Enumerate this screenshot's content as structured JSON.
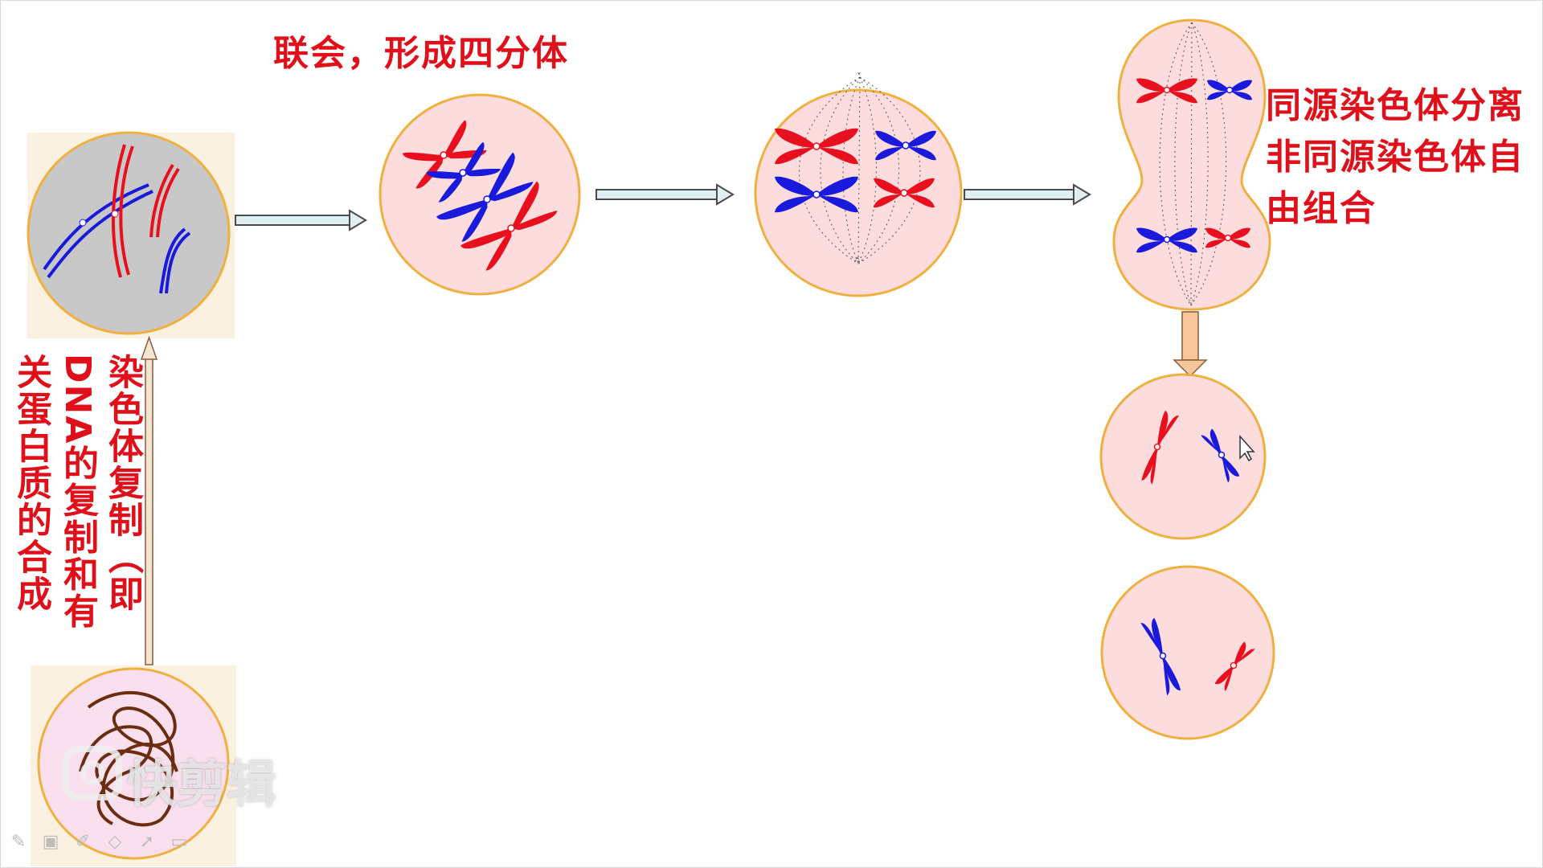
{
  "labels": {
    "synapsis": "联会，形成四分体",
    "separation": "同源染色体分离非同源染色体自由组合",
    "replication_col1": "染色体复制（即",
    "replication_col2": "DNA的复制和有",
    "replication_col3": "关蛋白质的合成"
  },
  "watermark": "快剪辑",
  "colors": {
    "homolog_red": "#e8101e",
    "homolog_blue": "#1a1adc",
    "cell_fill": "#fcdcdc",
    "cell_border": "#f0b040",
    "gray_cell": "#c8c8c8",
    "tan_bg": "#fbf1e0",
    "arrow_fill": "#e0f0f0",
    "arrow_stroke": "#4a4a4a",
    "down_arrow_fill": "#f5c79a",
    "label_red": "#e0101a"
  },
  "toolbar_icons": [
    "pen-icon",
    "screen-icon",
    "highlighter-icon",
    "eraser-icon",
    "pointer-icon",
    "video-icon"
  ]
}
